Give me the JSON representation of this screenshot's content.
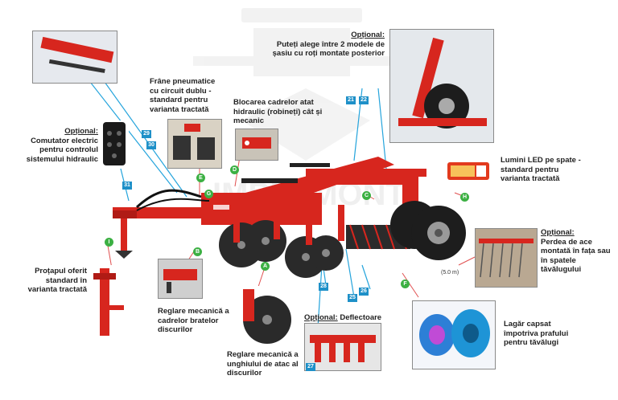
{
  "watermark": {
    "text": "IMPLEMONT"
  },
  "colors": {
    "machine_red": "#d7261e",
    "tag_blue": "#1e90c8",
    "tag_green": "#3cb043",
    "line_blue": "#25a4dc",
    "line_red": "#e05050"
  },
  "callouts": {
    "optional_word": "Opțional:",
    "chassis_choice": "Puteți alege între 2 modele de șasiu cu roți montate posterior",
    "pneumatic_brakes": "Frâne pneumatice cu circuit dublu - standard pentru varianta tractată",
    "frame_lock": "Blocarea cadrelor atat hidraulic (robineți) cât și mecanic",
    "electric_switch": "Comutator electric pentru controlul sistemului hidraulic",
    "led_lights": "Lumini LED pe spate - standard pentru varianta tractată",
    "tine_curtain": "Perdea de ace montată în fața sau în spatele tăvălugului",
    "support_leg": "Proțapul oferit standard în varianta tractată",
    "disc_frame_adjust": "Reglare mecanică a cadrelor bratelor discurilor",
    "deflectors": "Deflectoare",
    "attack_angle": "Reglare mecanică a unghiului de atac al discurilor",
    "sealed_bearing": "Lagăr capsat împotriva prafului pentru tăvălugi"
  },
  "number_tags": [
    "29",
    "30",
    "31",
    "21",
    "22",
    "25",
    "26",
    "27",
    "28"
  ],
  "letter_tags": [
    "A",
    "B",
    "C",
    "D",
    "E",
    "F",
    "G",
    "H",
    "I"
  ],
  "dimension_note": "(5.0 m)"
}
